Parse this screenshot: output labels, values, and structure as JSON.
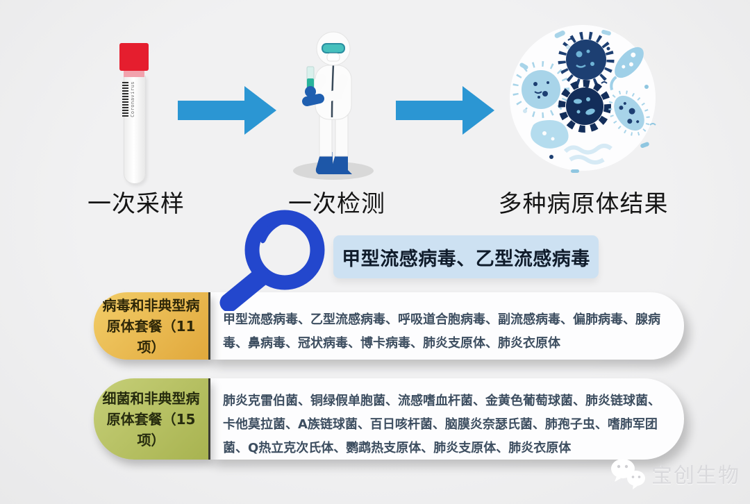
{
  "flow": {
    "steps": [
      {
        "label": "一次采样"
      },
      {
        "label": "一次检测"
      },
      {
        "label": "多种病原体结果"
      }
    ],
    "tube_text": "Coronavirus"
  },
  "highlight": {
    "text": "甲型流感病毒、乙型流感病毒"
  },
  "panels": [
    {
      "tag": "病毒和非典型病原体套餐（11项）",
      "items": "甲型流感病毒、乙型流感病毒、呼吸道合胞病毒、副流感病毒、偏肺病毒、腺病毒、鼻病毒、冠状病毒、博卡病毒、肺炎支原体、肺炎衣原体"
    },
    {
      "tag": "细菌和非典型病原体套餐（15项）",
      "items": "肺炎克雷伯菌、铜绿假单胞菌、流感嗜血杆菌、金黄色葡萄球菌、肺炎链球菌、卡他莫拉菌、A族链球菌、百日咳杆菌、脑膜炎奈瑟氏菌、肺孢子虫、嗜肺军团菌、Q热立克次氏体、鹦鹉热支原体、肺炎支原体、肺炎衣原体"
    }
  ],
  "watermark": {
    "text": "宝创生物"
  },
  "colors": {
    "bg": "#f1f1f2",
    "arrow": "#2b96d3",
    "magnifier": "#2347cd",
    "highlight-bg": "#cde1f2",
    "tube-cap": "#e51e2e",
    "tag1-top": "#f2cd68",
    "tag1-bottom": "#e1a83c",
    "tag2-top": "#c6cf78",
    "tag2-bottom": "#a8b350",
    "list-text": "#3d4e60"
  }
}
